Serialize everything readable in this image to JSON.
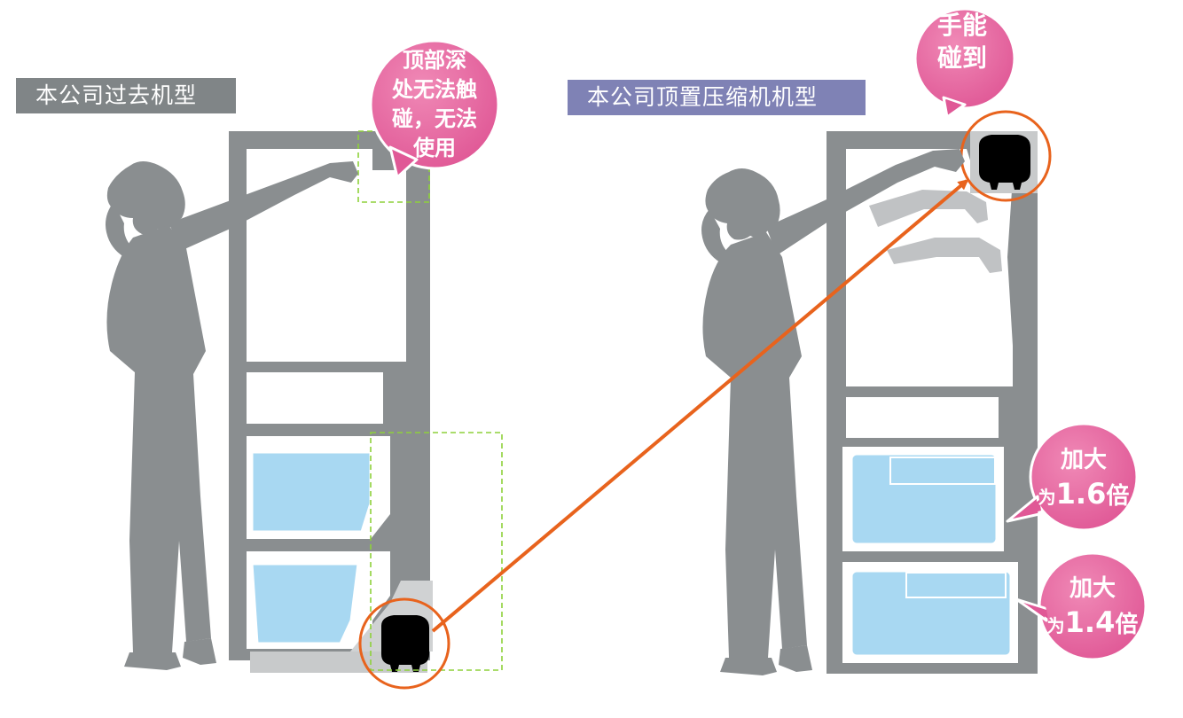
{
  "colors": {
    "silhouette": "#8a8e90",
    "label_old_bg": "#808587",
    "label_new_bg": "#7f82b5",
    "bubble": "#e6639c",
    "bubble_edge": "#d5478a",
    "highlight": "#e8631d",
    "dashed": "#8ed13a",
    "drawer": "#a8d8f2",
    "compressor": "#000000"
  },
  "labels": {
    "old_model": "本公司过去机型",
    "new_model": "本公司顶置压缩机机型"
  },
  "bubbles": {
    "cannot_reach": {
      "line1": "顶部深",
      "line2": "处无法触",
      "line3": "碰，无法",
      "line4": "使用"
    },
    "can_reach": {
      "line1": "手能",
      "line2": "碰到"
    },
    "drawer_upper": {
      "line1": "加大",
      "prefix": "为",
      "value": "1.6",
      "suffix": "倍"
    },
    "drawer_lower": {
      "line1": "加大",
      "prefix": "为",
      "value": "1.4",
      "suffix": "倍"
    }
  },
  "icons": {
    "compressor_old": "compressor-icon",
    "compressor_new": "compressor-icon",
    "arrow": "arrow-icon"
  }
}
